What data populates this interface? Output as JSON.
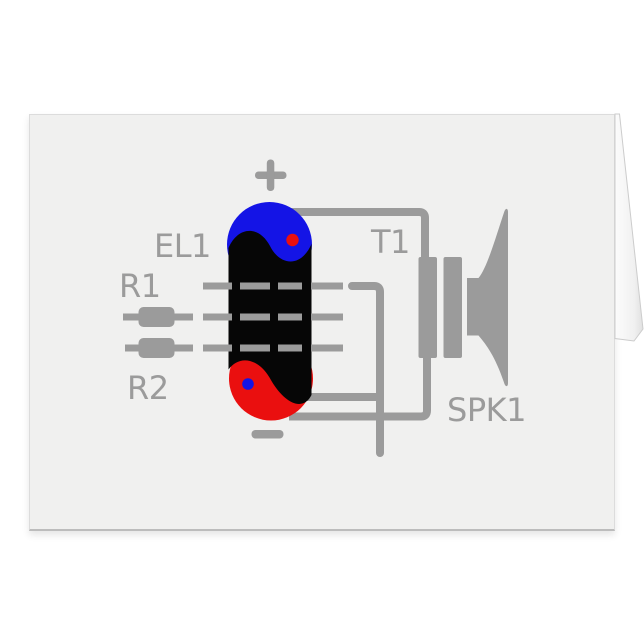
{
  "colors": {
    "page_bg": "#ffffff",
    "card_bg": "#f0f0ef",
    "gray": "#9b9b9b",
    "blue": "#1414e6",
    "red": "#ea0f0f",
    "tube_black": "#060606"
  },
  "card": {
    "kind": "folded greeting card mockup, blank face with printed schematic"
  },
  "schematic": {
    "labels": {
      "el1": "EL1",
      "r1": "R1",
      "r2": "R2",
      "t1": "T1",
      "spk1": "SPK1"
    },
    "terminals": {
      "positive": "+",
      "negative": "−"
    },
    "components": [
      {
        "id": "EL1",
        "type": "vacuum-tube (yin-yang styled, blue top / red bottom)"
      },
      {
        "id": "R1",
        "type": "resistor"
      },
      {
        "id": "R2",
        "type": "resistor"
      },
      {
        "id": "T1",
        "type": "output transformer"
      },
      {
        "id": "SPK1",
        "type": "loudspeaker horn"
      }
    ]
  }
}
